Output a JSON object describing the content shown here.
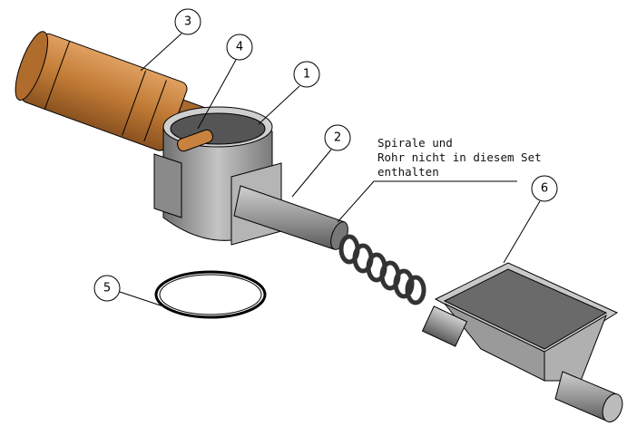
{
  "balloons": [
    {
      "number": "1",
      "part": "housing"
    },
    {
      "number": "2",
      "part": "tube"
    },
    {
      "number": "3",
      "part": "motor"
    },
    {
      "number": "4",
      "part": "shaft"
    },
    {
      "number": "5",
      "part": "clamp-ring"
    },
    {
      "number": "6",
      "part": "hopper"
    }
  ],
  "note": {
    "line1": "Spirale und",
    "line2": "Rohr nicht in diesem Set",
    "line3": "enthalten"
  },
  "colors": {
    "motor": "#c8813e",
    "steel": "#9a9a9a",
    "line": "#000000"
  }
}
